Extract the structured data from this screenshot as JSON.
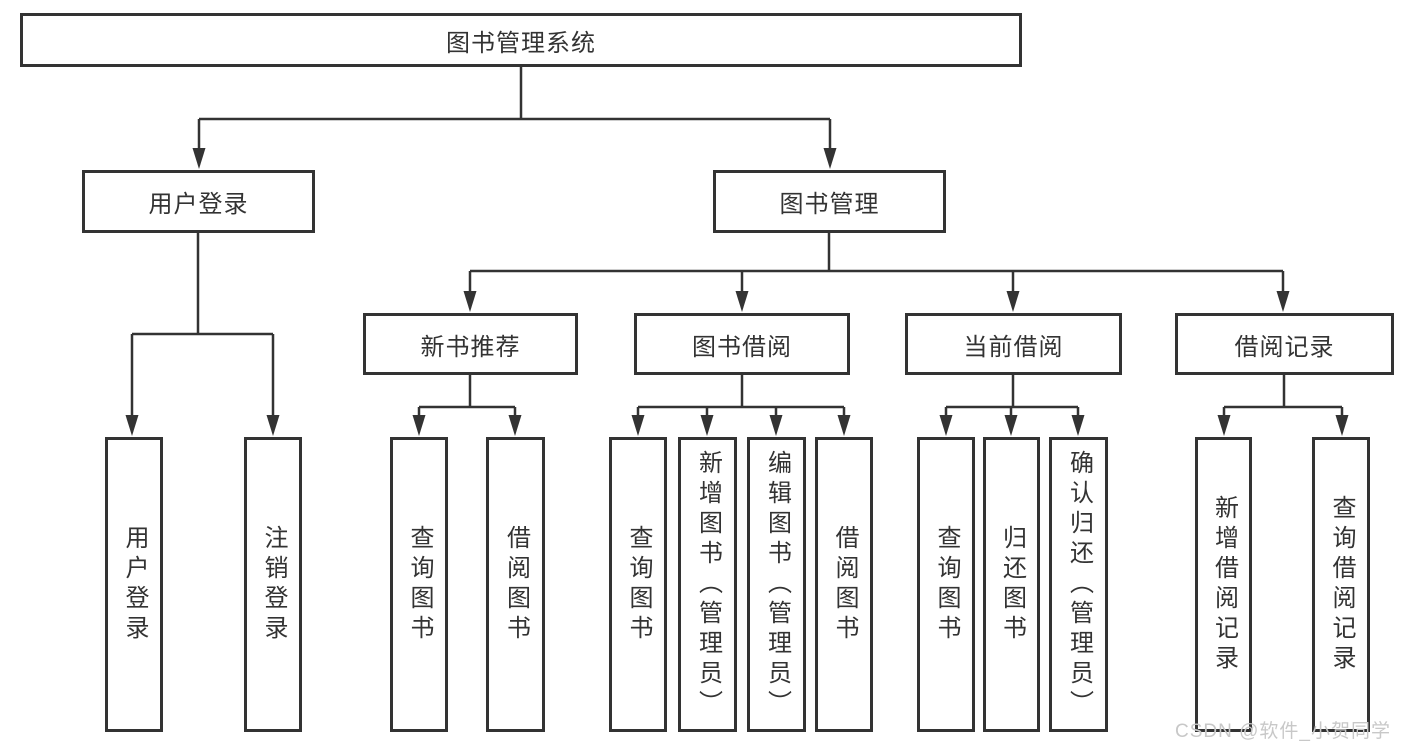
{
  "nodes": {
    "root": "图书管理系统",
    "user_login": "用户登录",
    "book_management": "图书管理",
    "new_book_recommend": "新书推荐",
    "book_borrowing": "图书借阅",
    "current_borrowing": "当前借阅",
    "borrowing_records": "借阅记录",
    "leaves": {
      "user_login": [
        "用户登录",
        "注销登录"
      ],
      "new_book_recommend": [
        "查询图书",
        "借阅图书"
      ],
      "book_borrowing": [
        "查询图书",
        "新增图书（管理员）",
        "编辑图书（管理员）",
        "借阅图书"
      ],
      "current_borrowing": [
        "查询图书",
        "归还图书",
        "确认归还（管理员）"
      ],
      "borrowing_records": [
        "新增借阅记录",
        "查询借阅记录"
      ]
    }
  },
  "watermark": {
    "text": "CSDN @软件_小贺同学"
  },
  "colors": {
    "line": "#333333",
    "text": "#333333",
    "box_border": "#333333",
    "background": "#ffffff",
    "watermark": "#c8c8c8"
  }
}
